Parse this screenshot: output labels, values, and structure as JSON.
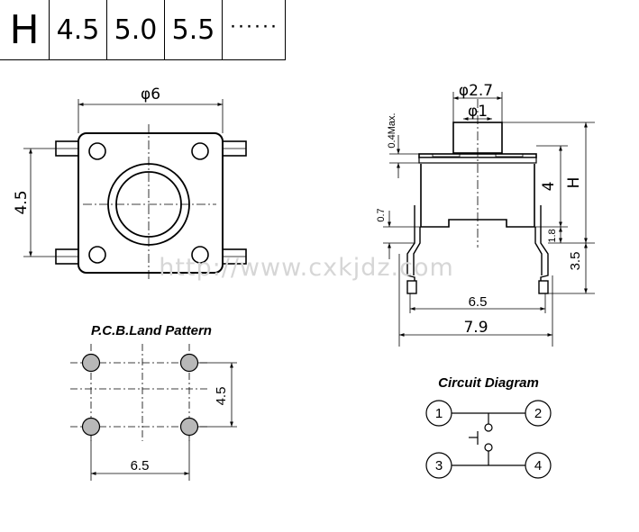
{
  "height_table": {
    "label": "H",
    "values": [
      "4.5",
      "5.0",
      "5.5"
    ],
    "more": "······"
  },
  "top_view": {
    "width_dim": "φ6",
    "height_dim": "4.5"
  },
  "side_view": {
    "stem_outer_dim": "φ2.7",
    "stem_inner_dim": "φ1",
    "cap_gap_dim": "0.4Max.",
    "body_height_dim": "4",
    "total_height_dim": "H",
    "lead_offset_dim": "0.7",
    "lead_bend_dim": "1.8",
    "lead_length_dim": "3.5",
    "lead_span_dim": "6.5",
    "overall_width_dim": "7.9"
  },
  "pcb": {
    "title": "P.C.B.Land Pattern",
    "height_dim": "4.5",
    "width_dim": "6.5"
  },
  "circuit": {
    "title": "Circuit Diagram",
    "pins": [
      "1",
      "2",
      "3",
      "4"
    ]
  },
  "watermark": "http://www.cxkjdz.com",
  "colors": {
    "line": "#000000",
    "pad_fill": "#b8b8b8",
    "watermark": "#d6d6d6"
  }
}
